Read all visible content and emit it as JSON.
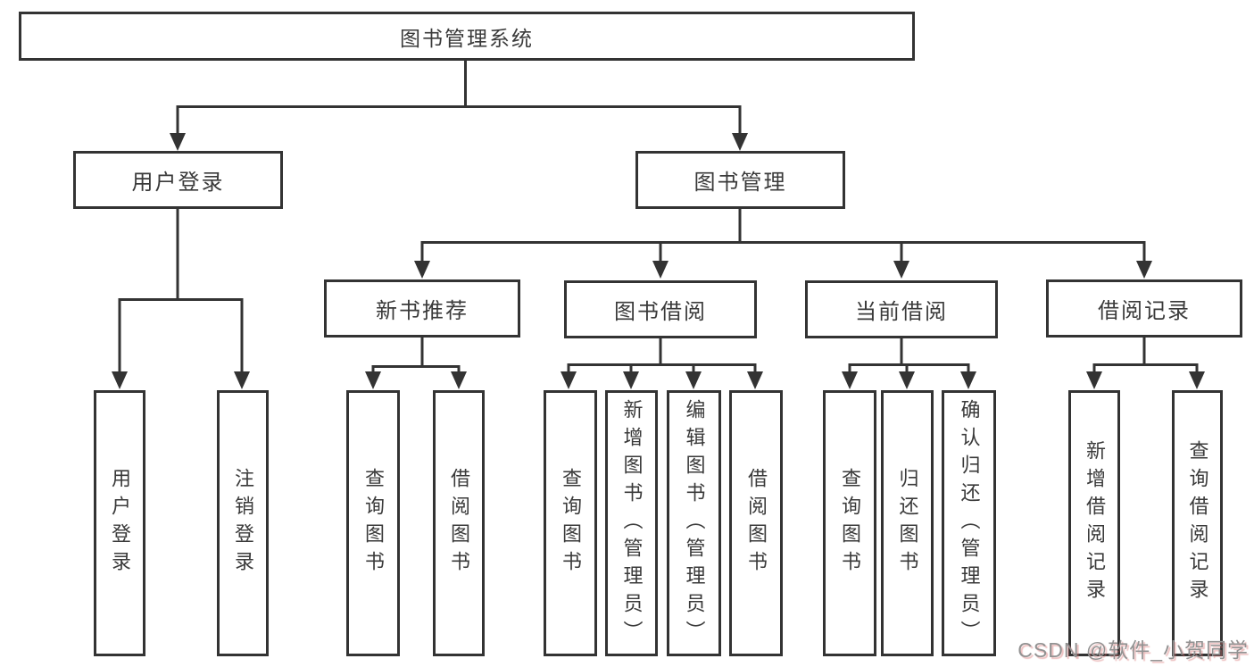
{
  "diagram": {
    "title": "图书管理系统",
    "watermark": "CSDN @软件_小贺同学",
    "line_color": "#333333",
    "text_color": "#3a3a3a",
    "background_color": "#ffffff",
    "branches": [
      {
        "label": "用户登录",
        "children": [
          {
            "label": "用户登录"
          },
          {
            "label": "注销登录"
          }
        ]
      },
      {
        "label": "图书管理",
        "children": [
          {
            "label": "新书推荐",
            "children": [
              {
                "label": "查询图书"
              },
              {
                "label": "借阅图书"
              }
            ]
          },
          {
            "label": "图书借阅",
            "children": [
              {
                "label": "查询图书"
              },
              {
                "label": "新增图书（管理员）"
              },
              {
                "label": "编辑图书（管理员）"
              },
              {
                "label": "借阅图书"
              }
            ]
          },
          {
            "label": "当前借阅",
            "children": [
              {
                "label": "查询图书"
              },
              {
                "label": "归还图书"
              },
              {
                "label": "确认归还（管理员）"
              }
            ]
          },
          {
            "label": "借阅记录",
            "children": [
              {
                "label": "新增借阅记录"
              },
              {
                "label": "查询借阅记录"
              }
            ]
          }
        ]
      }
    ]
  }
}
